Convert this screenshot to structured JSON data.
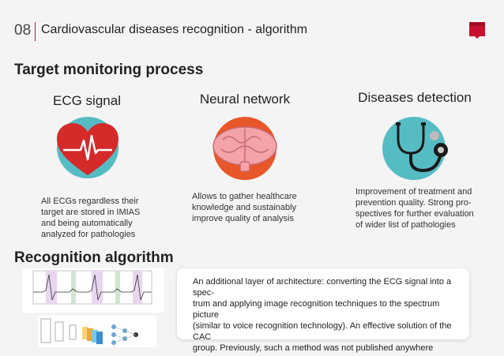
{
  "header": {
    "slide_number": "08",
    "title": "Cardiovascular diseases recognition - algorithm",
    "brand_color": "#c8102e"
  },
  "section1": {
    "title": "Target monitoring process"
  },
  "columns": [
    {
      "title": "ECG signal",
      "lines": [
        "All ECGs regardless their",
        "target are stored in IMIAS",
        "and being automatically",
        "analyzed for pathologies"
      ],
      "icon": "heart-ecg-icon"
    },
    {
      "title": "Neural network",
      "lines": [
        "Allows to gather healthcare",
        "knowledge and sustainably",
        "improve quality of analysis"
      ],
      "icon": "brain-icon"
    },
    {
      "title": "Diseases detection",
      "lines": [
        "Improvement of treatment and",
        "prevention quality.  Strong pro-",
        "spectives for further evaluation",
        "of wider list of pathologies"
      ],
      "icon": "stethoscope-icon"
    }
  ],
  "section2": {
    "title": "Recognition algorithm"
  },
  "card": {
    "lines": [
      "An additional layer of architecture: converting the ECG signal into a spec-",
      "trum and applying image recognition techniques to the spectrum picture",
      "(similar to voice recognition technology). An effective solution of the CAC",
      "group. Previously, such a method was not published anywhere"
    ]
  },
  "colors": {
    "teal": "#56bcc4",
    "heart": "#d42a2a",
    "brain": "#f4a3a8",
    "orange": "#e8572a"
  }
}
